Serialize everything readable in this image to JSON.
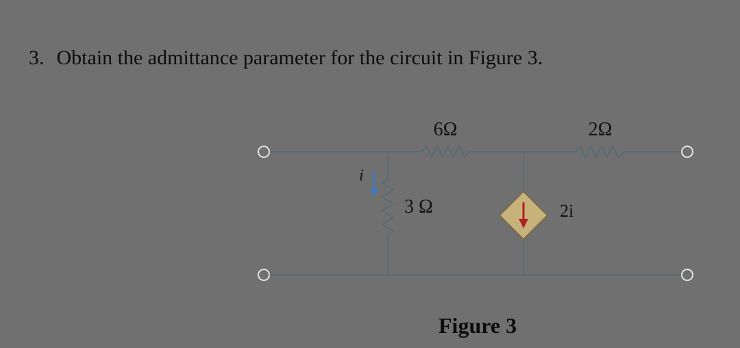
{
  "question": {
    "number": "3.",
    "text": "Obtain the admittance parameter for the circuit in Figure 3."
  },
  "circuit": {
    "r_series_left_label": "6Ω",
    "r_series_right_label": "2Ω",
    "r_shunt_label": "3 Ω",
    "current_label": "i",
    "dependent_source_label": "2i"
  },
  "figure_caption": "Figure 3",
  "colors": {
    "background": "#707070",
    "wire": "#5b6b72",
    "source_fill": "#c8b27c",
    "source_arrow": "#b02020",
    "current_arrow": "#3a78c8"
  }
}
